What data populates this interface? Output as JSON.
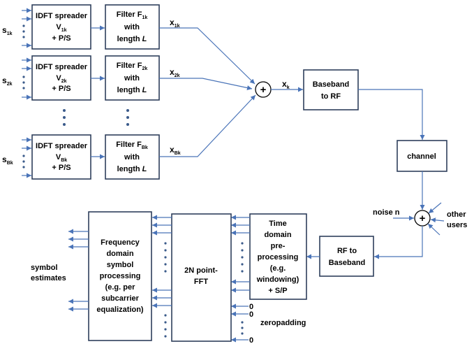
{
  "inputs": [
    {
      "base": "s",
      "sub": "1k"
    },
    {
      "base": "s",
      "sub": "2k"
    },
    {
      "base": "s",
      "sub": "Bk"
    }
  ],
  "spreaders": [
    {
      "line1": "IDFT spreader",
      "v": "V",
      "vsub": "1k",
      "line3": "+ P/S"
    },
    {
      "line1": "IDFT spreader",
      "v": "V",
      "vsub": "2k",
      "line3": "+ P/S"
    },
    {
      "line1": "IDFT spreader",
      "v": "V",
      "vsub": "Bk",
      "line3": "+ P/S"
    }
  ],
  "filters": [
    {
      "line1": "Filter F",
      "fsub": "1k",
      "line2": "with",
      "line3": "length",
      "len": "L"
    },
    {
      "line1": "Filter  F",
      "fsub": "2k",
      "line2": "with",
      "line3": "length",
      "len": "L"
    },
    {
      "line1": "Filter F",
      "fsub": "Bk",
      "line2": "with",
      "line3": "length",
      "len": "L"
    }
  ],
  "branch_outputs": [
    {
      "base": "x",
      "sub": "1k"
    },
    {
      "base": "x",
      "sub": "2k"
    },
    {
      "base": "x",
      "sub": "Bk"
    }
  ],
  "sum_symbol": "+",
  "sum_output": {
    "base": "x",
    "sub": "k"
  },
  "baseband_to_rf": [
    "Baseband",
    "to RF"
  ],
  "channel": "channel",
  "noise_label": "noise n",
  "other_users": [
    "other",
    "users"
  ],
  "rf_to_baseband": [
    "RF to",
    "Baseband"
  ],
  "time_domain": [
    "Time",
    "domain",
    "pre-",
    "processing",
    "(e.g.",
    "windowing)",
    "+ S/P"
  ],
  "fft": [
    "2N point-",
    "FFT"
  ],
  "freq_domain": [
    "Frequency",
    "domain",
    "symbol",
    "processing",
    "(e.g. per",
    "subcarrier",
    "equalization)"
  ],
  "symbol_estimates": [
    "symbol",
    "estimates"
  ],
  "zero": "0",
  "zeropadding": "zeropadding"
}
